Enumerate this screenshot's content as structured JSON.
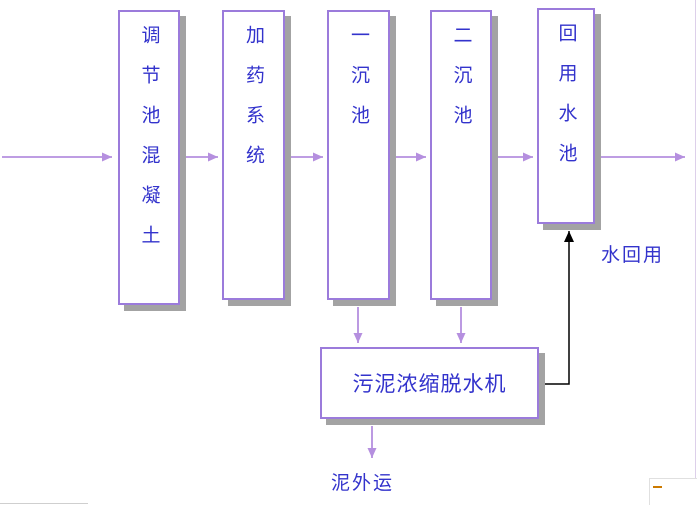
{
  "colors": {
    "box_border": "#9b7bdb",
    "arrow": "#b58fdf",
    "text_blue": "#3333cc",
    "shadow": "#a3a3a3",
    "black_arrow": "#000000",
    "corner_mark": "#cc7a00"
  },
  "flow_boxes": [
    {
      "label": "调节池混凝土"
    },
    {
      "label": "加药系统"
    },
    {
      "label": "一沉池"
    },
    {
      "label": "二沉池"
    },
    {
      "label": "回用水池"
    }
  ],
  "sludge_unit": {
    "label": "污泥浓缩脱水机"
  },
  "annotations": {
    "water_reuse": "水回用",
    "sludge_out": "泥外运"
  }
}
